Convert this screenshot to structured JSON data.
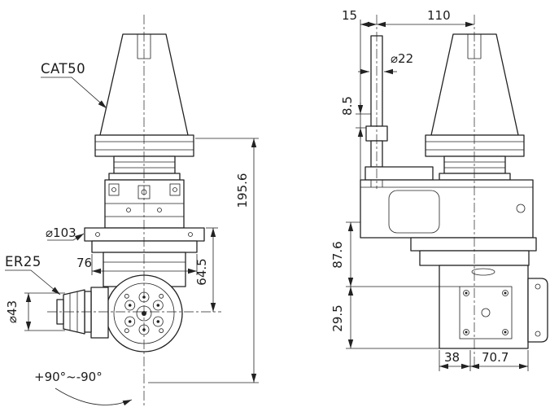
{
  "front_view": {
    "taper_label": "CAT50",
    "collet_label": "ER25",
    "dims": {
      "flange_diameter": "⌀103",
      "body_width": "76",
      "gauge_to_nose": "195.6",
      "flange_to_axis": "64.5",
      "collet_nut_diameter": "⌀43",
      "swivel_range": "+90°~-90°"
    }
  },
  "side_view": {
    "dims": {
      "stop_offset": "15",
      "stop_to_axis": "110",
      "stop_pin_diameter": "⌀22",
      "stop_step": "8.5",
      "flange_to_head": "87.6",
      "head_height": "29.5",
      "head_front_length": "38",
      "head_rear_length": "70.7"
    }
  }
}
